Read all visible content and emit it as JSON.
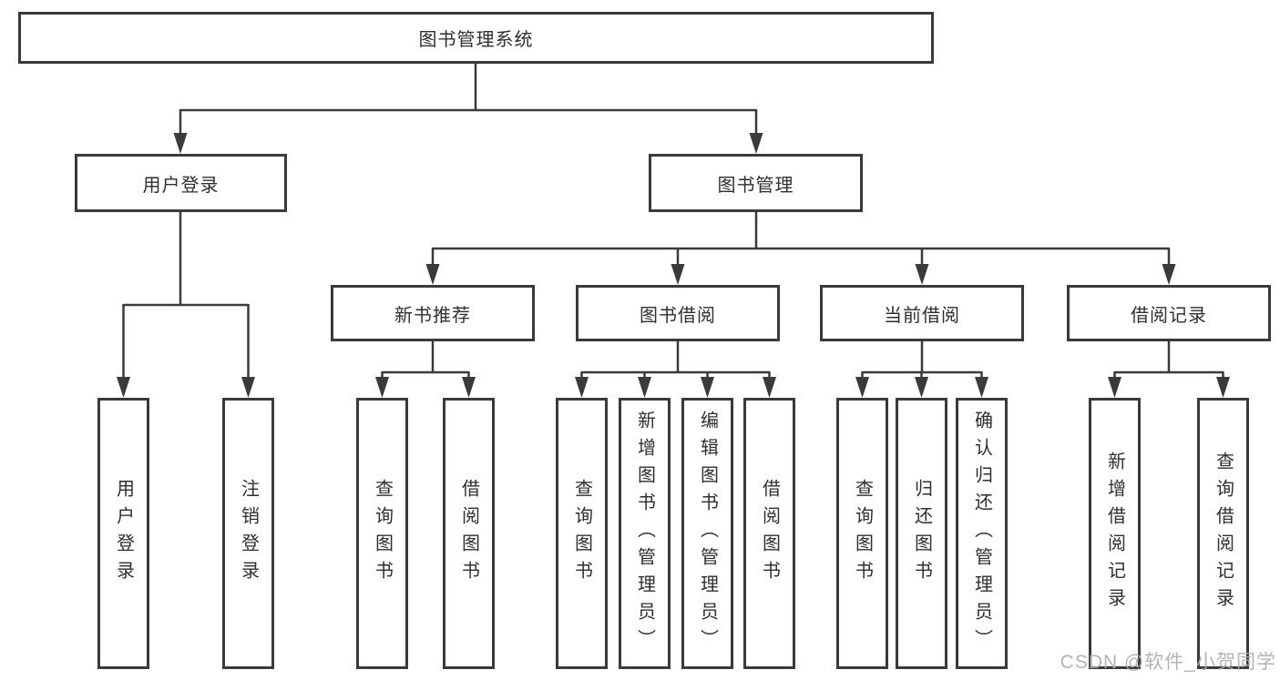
{
  "diagram": {
    "type": "hierarchy-tree",
    "title": "图书管理系统"
  },
  "tree": {
    "label": "图书管理系统",
    "children": [
      {
        "label": "用户登录",
        "children": [
          {
            "label": "用户登录"
          },
          {
            "label": "注销登录"
          }
        ]
      },
      {
        "label": "图书管理",
        "children": [
          {
            "label": "新书推荐",
            "children": [
              {
                "label": "查询图书"
              },
              {
                "label": "借阅图书"
              }
            ]
          },
          {
            "label": "图书借阅",
            "children": [
              {
                "label": "查询图书"
              },
              {
                "label": "新增图书（管理员）"
              },
              {
                "label": "编辑图书（管理员）"
              },
              {
                "label": "借阅图书"
              }
            ]
          },
          {
            "label": "当前借阅",
            "children": [
              {
                "label": "查询图书"
              },
              {
                "label": "归还图书"
              },
              {
                "label": "确认归还（管理员）"
              }
            ]
          },
          {
            "label": "借阅记录",
            "children": [
              {
                "label": "新增借阅记录"
              },
              {
                "label": "查询借阅记录"
              }
            ]
          }
        ]
      }
    ]
  },
  "watermark": "CSDN @软件_小贺同学",
  "colors": {
    "line": "#3a3a3a",
    "border": "#3a3a3a",
    "text": "#2f2f2f",
    "watermark": "#aeaeae",
    "background": "#ffffff"
  }
}
